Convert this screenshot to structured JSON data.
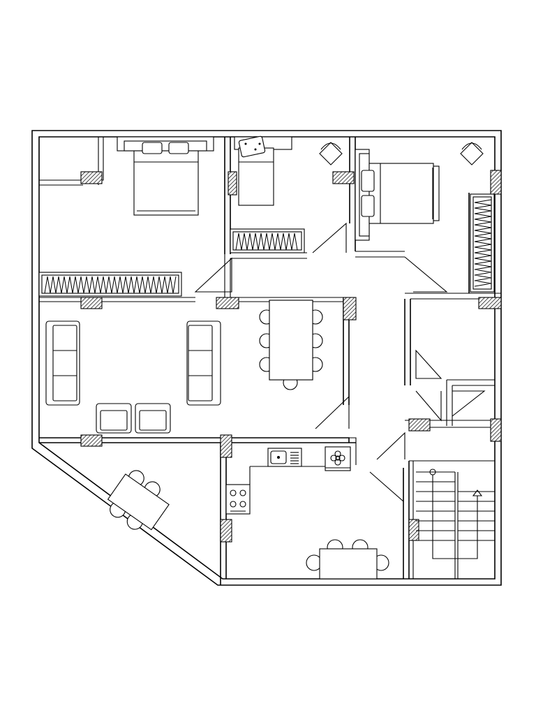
{
  "plan": {
    "rooms": [
      {
        "id": "bedroom-1",
        "furniture": [
          "double-bed",
          "wardrobe"
        ]
      },
      {
        "id": "bedroom-2",
        "furniture": [
          "single-bed",
          "wardrobe",
          "chair"
        ]
      },
      {
        "id": "bedroom-3",
        "furniture": [
          "double-bed",
          "wardrobe",
          "chair"
        ]
      },
      {
        "id": "living-room",
        "furniture": [
          "sofa",
          "sofa",
          "armchair",
          "armchair",
          "dining-table"
        ]
      },
      {
        "id": "terrace",
        "furniture": [
          "round-table"
        ]
      },
      {
        "id": "kitchen",
        "furniture": [
          "sink",
          "stove",
          "washing-machine",
          "dining-table"
        ]
      },
      {
        "id": "bathroom",
        "furniture": []
      },
      {
        "id": "stairwell",
        "furniture": [
          "stairs"
        ]
      }
    ],
    "colors": {
      "line": "#000000",
      "background": "#ffffff",
      "hatch": "#000000"
    }
  }
}
